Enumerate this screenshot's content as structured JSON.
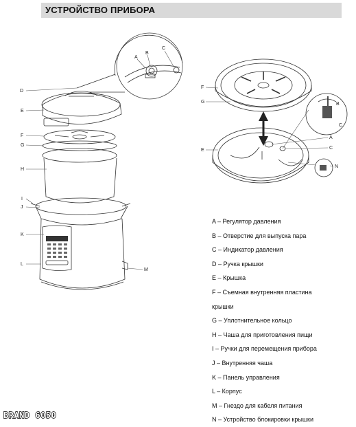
{
  "header": {
    "title": "УСТРОЙСТВО ПРИБОРА"
  },
  "diagram_left_labels": [
    "A",
    "B",
    "C",
    "D",
    "E",
    "F",
    "G",
    "H",
    "I",
    "J",
    "K",
    "L",
    "M"
  ],
  "diagram_right_labels": [
    "F",
    "G",
    "E",
    "A",
    "C",
    "B",
    "C",
    "N"
  ],
  "legend": {
    "items": [
      "A – Регулятор давления",
      "B – Отверстие для выпуска пара",
      "C –  Индикатор давления",
      "D –  Ручка крышки",
      "E –  Крышка",
      "F –  Съемная внутренняя пластина",
      "крышки",
      "G –  Уплотнительное кольцо",
      "H – Чаша для приготовления пищи",
      "I – Ручки для перемещения прибора",
      "J – Внутренняя чаша",
      "K – Панель управления",
      "L – Корпус",
      "M – Гнездо для кабеля питания",
      "N – Устройство блокировки крышки"
    ]
  },
  "footer": {
    "brand": "BRAND 6050"
  }
}
